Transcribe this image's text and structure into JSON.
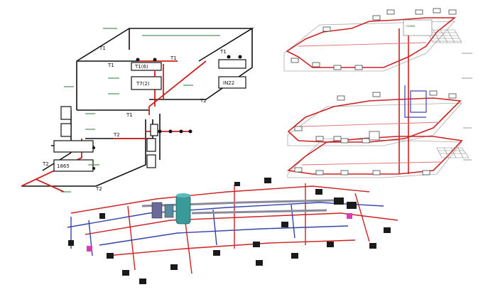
{
  "palette": {
    "black_pipe": "#111111",
    "red_pipe": "#cc2222",
    "pink_pipe": "#e07070",
    "blue_pipe": "#3344aa",
    "teal_equipment": "#3a9a9a",
    "magenta": "#d63cb4",
    "green_text": "#2a7a3a"
  },
  "panel_left": {
    "pipe_labels": [
      "T1",
      "T1",
      "T2",
      "T1",
      "T2",
      "T1",
      "T2",
      "T2",
      "T1"
    ],
    "box_labels": [
      "T1(6)",
      "T7(2)",
      "IN22",
      "1865"
    ]
  },
  "panel_right": {
    "levels": 3,
    "title_block": "схема"
  },
  "panel_bottom": {
    "equipment": [
      "boiler",
      "tank",
      "pump"
    ]
  }
}
